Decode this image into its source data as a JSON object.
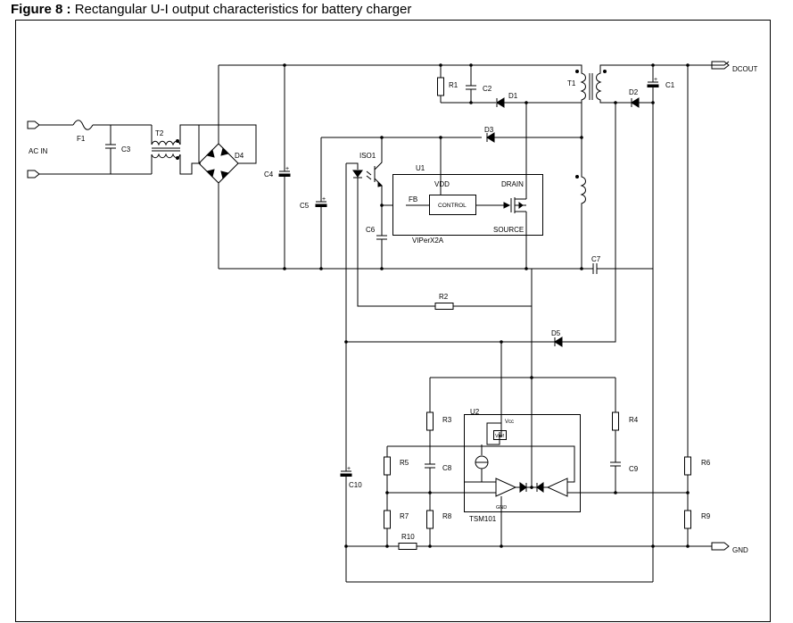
{
  "figure": {
    "number": "Figure 8 :",
    "caption": "Rectangular U-I output characteristics for battery charger"
  },
  "labels": {
    "ac_in": "AC IN",
    "dcout": "DCOUT",
    "gnd": "GND",
    "f1": "F1",
    "t2": "T2",
    "c3": "C3",
    "d4": "D4",
    "c4": "C4",
    "c5": "C5",
    "iso1": "ISO1",
    "u1": "U1",
    "vdd": "VDD",
    "drain": "DRAIN",
    "fb": "FB",
    "control": "CONTROL",
    "source": "SOURCE",
    "viper": "VIPerX2A",
    "c6": "C6",
    "r1": "R1",
    "c2": "C2",
    "d1": "D1",
    "t1": "T1",
    "d2": "D2",
    "c1": "C1",
    "d3": "D3",
    "c7": "C7",
    "r2": "R2",
    "d5": "D5",
    "u2": "U2",
    "vcc": "Vcc",
    "vref": "Vref",
    "gnd_pin": "GND",
    "tsm": "TSM101",
    "r3": "R3",
    "r4": "R4",
    "r5": "R5",
    "c8": "C8",
    "c9": "C9",
    "c10": "C10",
    "r6": "R6",
    "r7": "R7",
    "r8": "R8",
    "r9": "R9",
    "r10": "R10"
  }
}
